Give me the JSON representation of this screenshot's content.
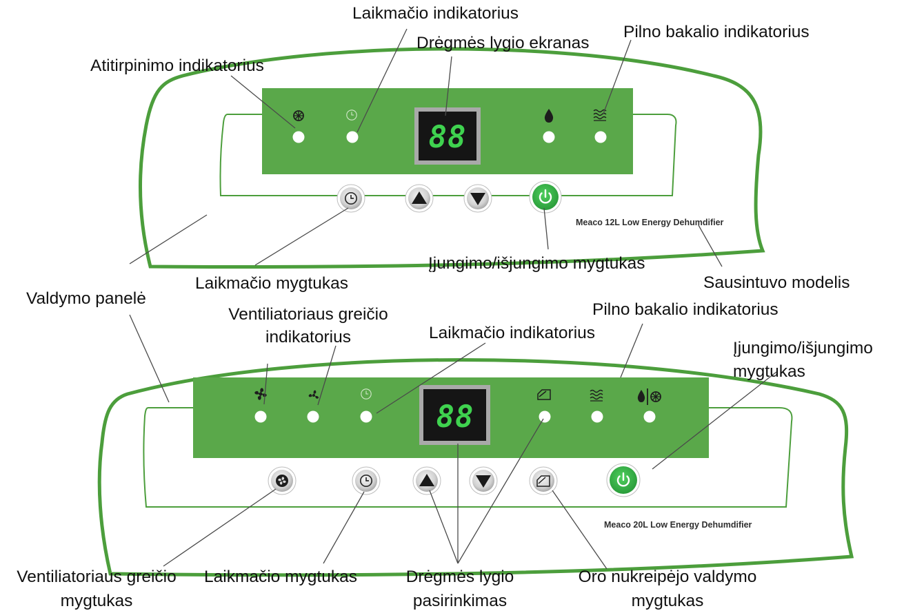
{
  "colors": {
    "panel_green": "#5aa84a",
    "frame_green": "#4c9e3c",
    "display_text": "#3fd24f",
    "power_button": "#39b54a"
  },
  "top_panel": {
    "display_value": "88",
    "model_label": "Meaco 12L Low Energy Dehumdifier",
    "indicator_icons": [
      "defrost-icon",
      "timer-icon",
      "water-drop-icon",
      "full-tank-icon"
    ],
    "button_icons": [
      "timer-icon",
      "up-arrow-icon",
      "down-arrow-icon",
      "power-icon"
    ]
  },
  "bottom_panel": {
    "display_value": "88",
    "model_label": "Meaco 20L Low Energy Dehumdifier",
    "indicator_icons": [
      "fan-high-icon",
      "fan-low-icon",
      "timer-icon",
      "louvre-icon",
      "full-tank-icon",
      "drop-defrost-icon"
    ],
    "button_icons": [
      "fan-icon",
      "timer-icon",
      "up-arrow-icon",
      "down-arrow-icon",
      "louvre-icon",
      "power-icon"
    ]
  },
  "labels": {
    "top_timer_indicator": "Laikmačio indikatorius",
    "humidity_display": "Drėgmės lygio ekranas",
    "top_full_tank": "Pilno bakalio indikatorius",
    "defrost_indicator": "Atitirpinimo indikatorius",
    "top_power_button": "Įjungimo/išjungimo mygtukas",
    "top_timer_button": "Laikmačio mygtukas",
    "model_caption": "Sausintuvo modelis",
    "control_panel": "Valdymo panelė",
    "bottom_full_tank": "Pilno bakalio indikatorius",
    "fan_speed_indicator_1": "Ventiliatoriaus greičio",
    "fan_speed_indicator_2": "indikatorius",
    "bottom_timer_indicator": "Laikmačio indikatorius",
    "bottom_power_button_1": "Įjungimo/išjungimo",
    "bottom_power_button_2": "mygtukas",
    "fan_speed_button_1": "Ventiliatoriaus greičio",
    "fan_speed_button_2": "mygtukas",
    "bottom_timer_button": "Laikmačio mygtukas",
    "humidity_select_1": "Drėgmės lygio",
    "humidity_select_2": "pasirinkimas",
    "louvre_button_1": "Oro nukreipėjo valdymo",
    "louvre_button_2": "mygtukas"
  }
}
